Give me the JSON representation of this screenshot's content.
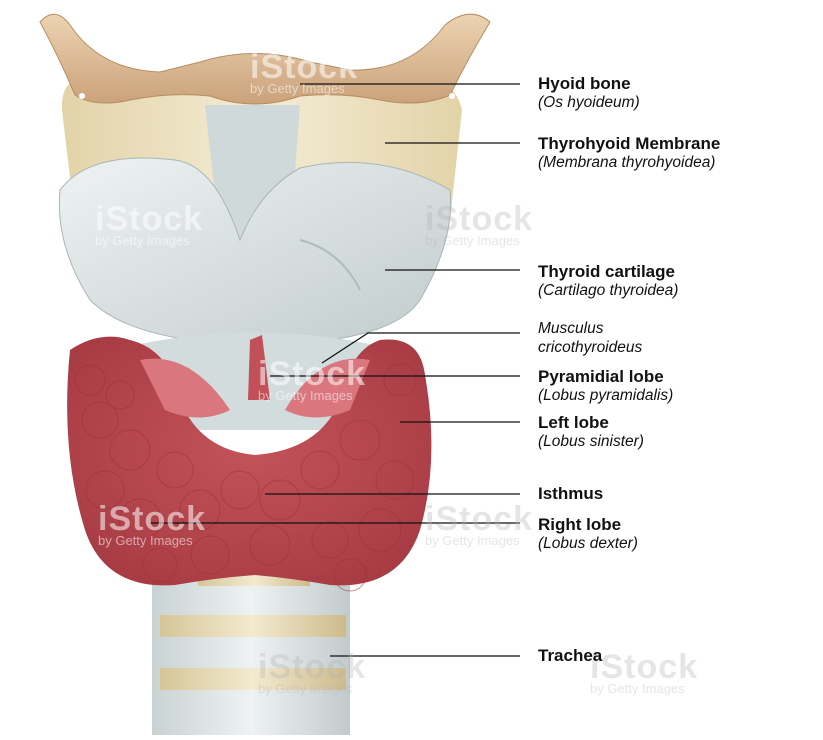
{
  "labels": {
    "hyoid": {
      "name": "Hyoid bone",
      "latin": "(Os hyoideum)"
    },
    "thyrohyoid": {
      "name": "Thyrohyoid Membrane",
      "latin": "(Membrana thyrohyoidea)"
    },
    "thyroid_cartilage": {
      "name": "Thyroid cartilage",
      "latin": "(Cartilago thyroidea)"
    },
    "cricothyroid": {
      "line1": "Musculus",
      "line2": "cricothyroideus"
    },
    "pyramidal": {
      "name": "Pyramidial lobe",
      "latin": "(Lobus pyramidalis)"
    },
    "left_lobe": {
      "name": "Left lobe",
      "latin": "(Lobus sinister)"
    },
    "isthmus": {
      "name": "Isthmus"
    },
    "right_lobe": {
      "name": "Right lobe",
      "latin": "(Lobus dexter)"
    },
    "trachea": {
      "name": "Trachea"
    }
  },
  "watermark": {
    "brand": "iStock",
    "sub": "by Getty Images"
  },
  "colors": {
    "bone": "#e2c09a",
    "membrane": "#efe3c2",
    "cartilage": "#d7dfe0",
    "thyroid": "#c9555c",
    "thyroid_light": "#e0848a",
    "muscle": "#c75a63",
    "trachea_ring": "#e8dcb8"
  }
}
